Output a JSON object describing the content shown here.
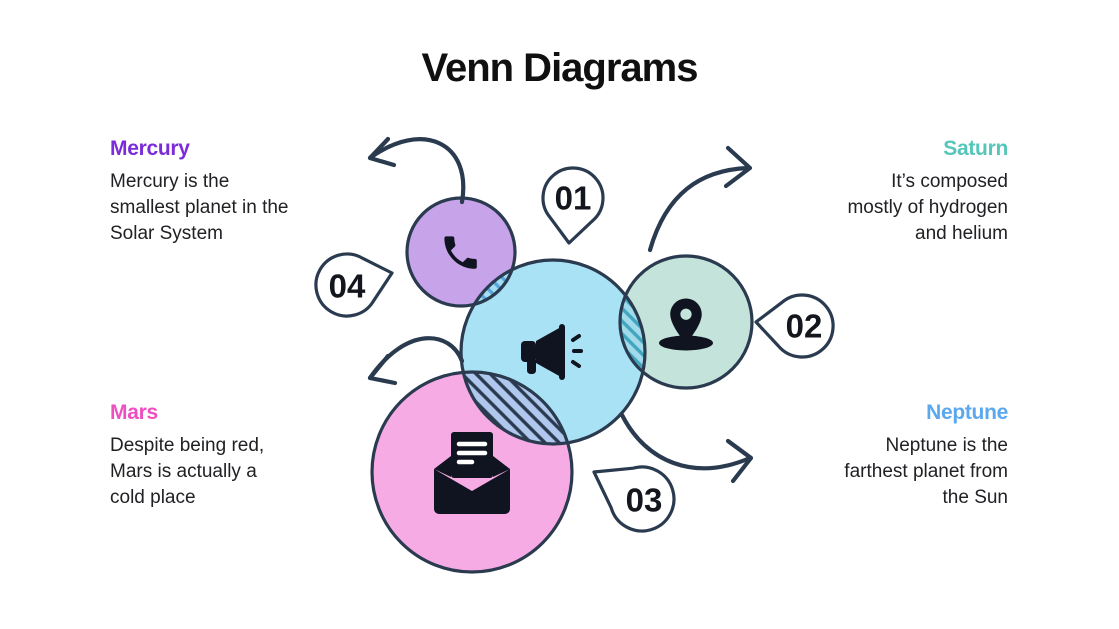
{
  "title": "Venn Diagrams",
  "planets": {
    "mercury": {
      "name": "Mercury",
      "color": "#7B2BD9",
      "description": "Mercury is the smallest planet in the Solar System"
    },
    "saturn": {
      "name": "Saturn",
      "color": "#56C6BA",
      "description": "It’s composed mostly of hydrogen and helium"
    },
    "mars": {
      "name": "Mars",
      "color": "#EE4FC0",
      "description": "Despite being red, Mars is actually a cold place"
    },
    "neptune": {
      "name": "Neptune",
      "color": "#5CA8EF",
      "description": "Neptune is the farthest planet from the Sun"
    }
  },
  "diagram": {
    "outline_color": "#2A3A4F",
    "icon_color": "#0F1420",
    "badge_fill": "#FFFFFF",
    "badge_text_color": "#13161C",
    "circles": [
      {
        "id": "purple-circle",
        "icon": "phone-icon",
        "fill": "#C7A3EA"
      },
      {
        "id": "blue-circle",
        "icon": "megaphone-icon",
        "fill": "#A8E2F4"
      },
      {
        "id": "teal-circle",
        "icon": "location-pin-icon",
        "fill": "#C3E3DB"
      },
      {
        "id": "pink-circle",
        "icon": "open-envelope-icon",
        "fill": "#F7ABE4"
      }
    ],
    "lenses": {
      "purple_blue": {
        "bg": "#A5DEF3",
        "hatch": "#57A7DC"
      },
      "teal_blue": {
        "bg": "#A0DAEB",
        "hatch": "#3FA6BE"
      },
      "pink_blue": {
        "bg": "#B0C8EE",
        "hatch": "#2A3A4F"
      }
    },
    "badges": [
      {
        "label": "01"
      },
      {
        "label": "02"
      },
      {
        "label": "03"
      },
      {
        "label": "04"
      }
    ]
  }
}
